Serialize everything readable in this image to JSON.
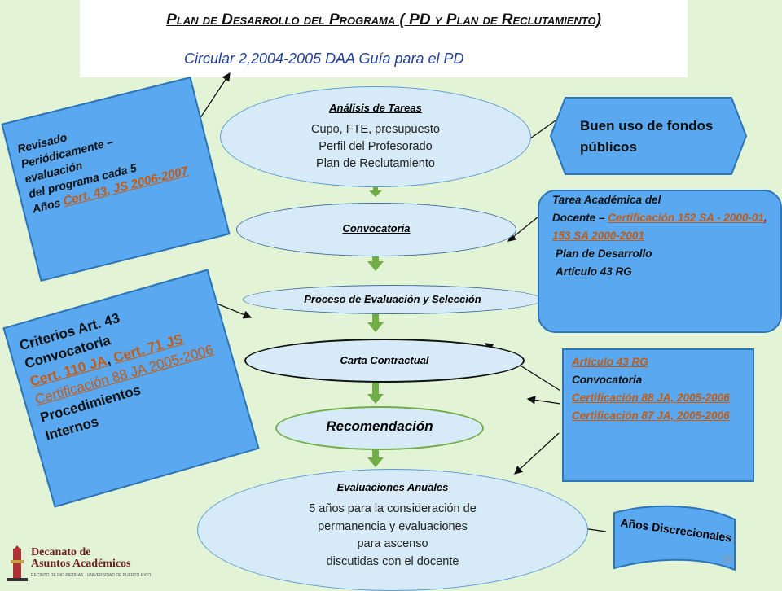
{
  "title": {
    "main": "Plan de Desarrollo del Programa ( PD y Plan de Reclutamiento)",
    "subtitle": "Circular 2,2004-2005 DAA Guía para el PD"
  },
  "nodes": {
    "analisis": {
      "title": "Análisis de Tareas",
      "lines": [
        "Cupo, FTE, presupuesto",
        "Perfil del Profesorado",
        "Plan de Reclutamiento"
      ]
    },
    "convocatoria": {
      "title": "Convocatoria"
    },
    "proceso": {
      "title": "Proceso de Evaluación y Selección"
    },
    "carta": {
      "title": "Carta Contractual"
    },
    "recomendacion": {
      "title": "Recomendación"
    },
    "evaluaciones": {
      "title": "Evaluaciones Anuales",
      "lines": [
        "5 años para la consideración de",
        "permanencia y evaluaciones",
        "para ascenso",
        "discutidas con el docente"
      ]
    }
  },
  "side": {
    "buen_uso": "Buen uso de fondos públicos",
    "revisado": {
      "l1": "Revisado",
      "l2": "Periódicamente –",
      "l3": "evaluación",
      "l4": "del programa cada 5",
      "l5": "Años",
      "link": "Cert. 43, JS 2006-2007"
    },
    "tarea": {
      "l1": "Tarea Académica del",
      "l2": "Docente –",
      "link1": "Certificación 152 SA - 2000-01",
      "sep": ",",
      "link2": "153 SA 2000-2001",
      "l3": "Plan de Desarrollo",
      "l4": "Artículo 43 RG"
    },
    "criterios": {
      "l1": "Criterios Art. 43",
      "l2": "Convocatoria",
      "link1": "Cert. 110 JA",
      "sep": ",",
      "link2": "Cert. 71 JS",
      "link3": "Certificación 88 JA 2005-2006",
      "l3": "Procedimientos",
      "l4": "Internos"
    },
    "articulo": {
      "link1": "Artículo 43 RG",
      "l1": "Convocatoria",
      "link2": "Certificación 88 JA, 2005-2006",
      "link3": "Certificación 87 JA, 2005-2006"
    },
    "anos": "Años Discrecionales"
  },
  "logo": {
    "line1": "Decanato de",
    "line2": "Asuntos Académicos",
    "tagline": "RECINTO DE RÍO PIEDRAS · UNIVERSIDAD DE PUERTO RICO"
  },
  "slide_number": "15"
}
